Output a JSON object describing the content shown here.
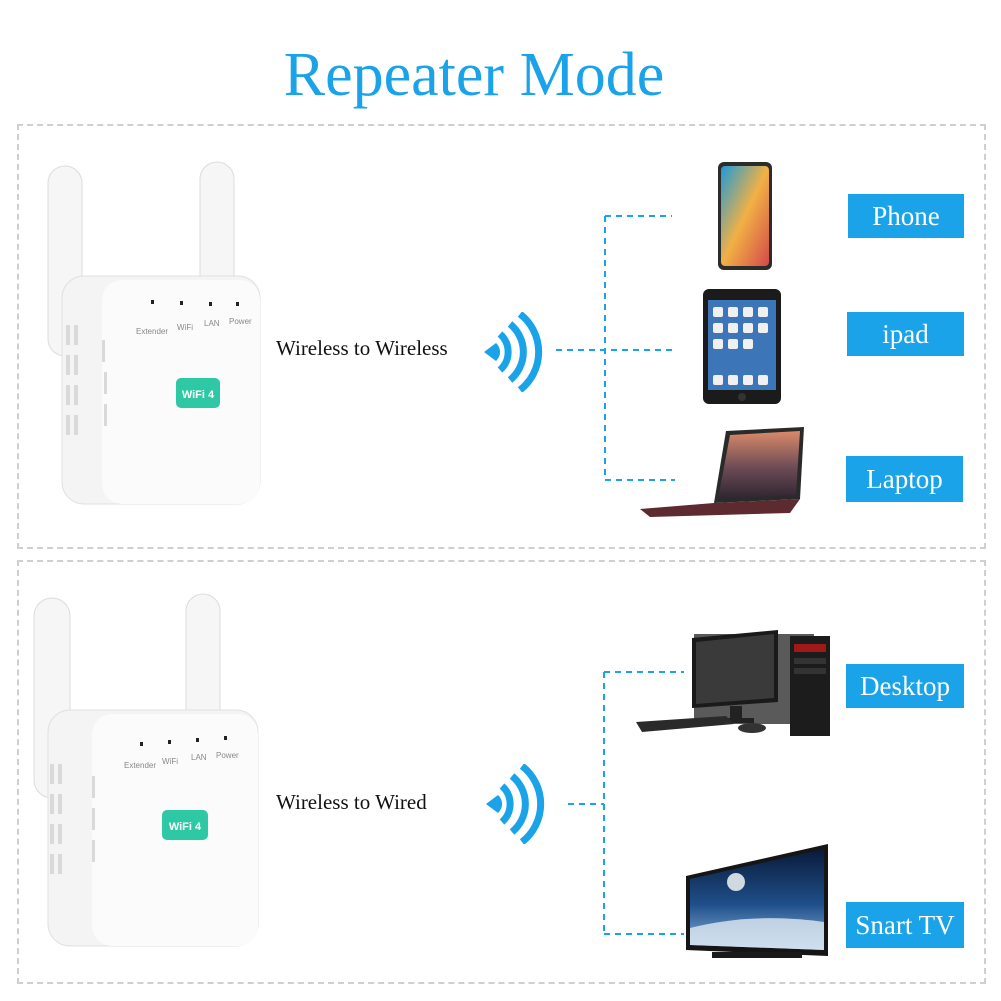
{
  "title": "Repeater Mode",
  "sections": [
    {
      "mode_label": "Wireless to Wireless",
      "device_leds": [
        "Extender",
        "WiFi",
        "LAN",
        "Power"
      ],
      "wifi_badge": "WiFi 4",
      "devices": [
        {
          "label": "Phone",
          "icon": "smartphone-icon"
        },
        {
          "label": "ipad",
          "icon": "tablet-icon"
        },
        {
          "label": "Laptop",
          "icon": "laptop-icon"
        }
      ]
    },
    {
      "mode_label": "Wireless to Wired",
      "device_leds": [
        "Extender",
        "WiFi",
        "LAN",
        "Power"
      ],
      "wifi_badge": "WiFi 4",
      "devices": [
        {
          "label": "Desktop",
          "icon": "desktop-computer-icon"
        },
        {
          "label": "Snart TV",
          "icon": "smart-tv-icon"
        }
      ]
    }
  ],
  "colors": {
    "accent": "#1aa3e8",
    "dashed_border": "#cfcfcf",
    "extender_body": "#f4f4f4",
    "badge_green": "#2ec9a4"
  }
}
